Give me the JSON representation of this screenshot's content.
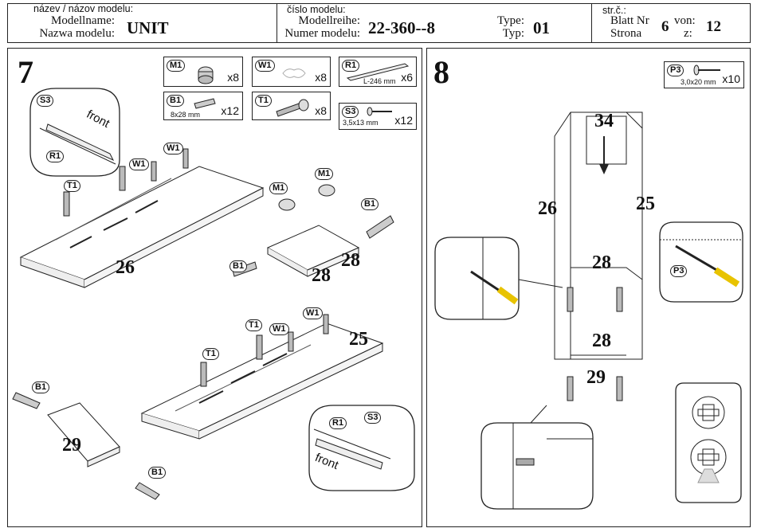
{
  "header": {
    "model_name_top": "název / názov modelu:",
    "model_name_labels": [
      "Modellname:",
      "Nazwa modelu:"
    ],
    "model_name": "UNIT",
    "model_number_top": "číslo modelu:",
    "model_number_labels": [
      "Modellreihe:",
      "Numer modelu:"
    ],
    "model_number": "22-360--8",
    "type_labels": [
      "Type:",
      "Typ:"
    ],
    "type_value": "01",
    "page_top": "str.č.:",
    "page_labels": [
      "Blatt Nr",
      "Strona"
    ],
    "page_value": "6",
    "of_labels": [
      "von:",
      "z:"
    ],
    "of_value": "12"
  },
  "step7": {
    "number": "7",
    "parts": [
      {
        "id": "M1",
        "qty": "x8"
      },
      {
        "id": "W1",
        "qty": "x8"
      },
      {
        "id": "R1",
        "qty": "x6",
        "dim": "L-246 mm"
      },
      {
        "id": "B1",
        "qty": "x12",
        "dim": "8x28 mm"
      },
      {
        "id": "T1",
        "qty": "x8"
      },
      {
        "id": "S3",
        "qty": "x12",
        "dim": "3,5x13 mm"
      }
    ],
    "detail_labels": [
      "S3",
      "R1"
    ],
    "detail_text": "front",
    "panel_labels": [
      "T1",
      "W1",
      "W1",
      "M1",
      "M1",
      "B1",
      "B1",
      "T1",
      "W1",
      "W1",
      "T1",
      "B1",
      "B1",
      "R1",
      "S3"
    ],
    "panel_numbers": [
      "26",
      "28",
      "28",
      "25",
      "29"
    ],
    "detail2_text": "front"
  },
  "step8": {
    "number": "8",
    "part": {
      "id": "P3",
      "qty": "x10",
      "dim": "3,0x20 mm"
    },
    "numbers": [
      "34",
      "26",
      "25",
      "28",
      "28",
      "29"
    ],
    "detail_label": "P3"
  }
}
